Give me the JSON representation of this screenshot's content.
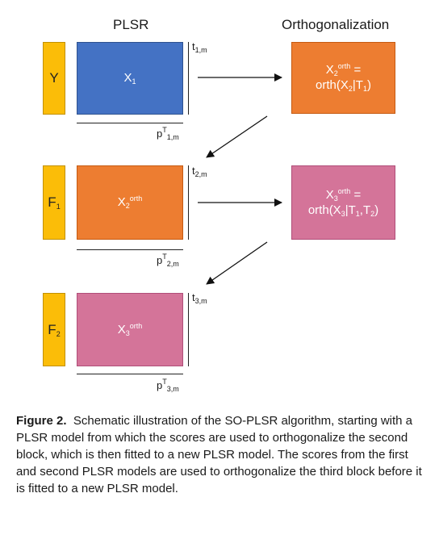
{
  "headers": {
    "left": "PLSR",
    "right": "Orthogonalization"
  },
  "row1": {
    "side_main": "Y",
    "side_sub": "",
    "block_main": "X",
    "block_sub": "1",
    "block_sup": "",
    "t_main": "t",
    "t_sub": "1,m",
    "p_main": "p",
    "p_sup": "T",
    "p_sub": "1,m",
    "orth_line1_main": "X",
    "orth_line1_sub": "2",
    "orth_line1_sup": "orth",
    "orth_line1_eq": " =",
    "orth_line2_a": "orth(X",
    "orth_line2_sub1": "2",
    "orth_line2_b": "|T",
    "orth_line2_sub2": "1",
    "orth_line2_c": ")"
  },
  "row2": {
    "side_main": "F",
    "side_sub": "1",
    "block_main": "X",
    "block_sub": "2",
    "block_sup": "orth",
    "t_main": "t",
    "t_sub": "2,m",
    "p_main": "p",
    "p_sup": "T",
    "p_sub": "2,m",
    "orth_line1_main": "X",
    "orth_line1_sub": "3",
    "orth_line1_sup": "orth",
    "orth_line1_eq": " =",
    "orth_line2_a": "orth(X",
    "orth_line2_sub1": "3",
    "orth_line2_b": "|T",
    "orth_line2_sub2": "1",
    "orth_line2_c": ",T",
    "orth_line2_sub3": "2",
    "orth_line2_d": ")"
  },
  "row3": {
    "side_main": "F",
    "side_sub": "2",
    "block_main": "X",
    "block_sub": "3",
    "block_sup": "orth",
    "t_main": "t",
    "t_sub": "3,m",
    "p_main": "p",
    "p_sup": "T",
    "p_sub": "3,m"
  },
  "caption": {
    "label": "Figure 2.",
    "text": "  Schematic illustration of the SO-PLSR algorithm, starting with a PLSR model from which the scores are used to orthogonalize the second block, which is then fitted to a new PLSR model. The scores from the first and second PLSR models are used to orthogonalize the third block before it is fitted to a new PLSR model."
  },
  "colors": {
    "yellow": "#fbbd08",
    "blue": "#4472c4",
    "orange": "#ed7d31",
    "pink": "#d47499"
  }
}
